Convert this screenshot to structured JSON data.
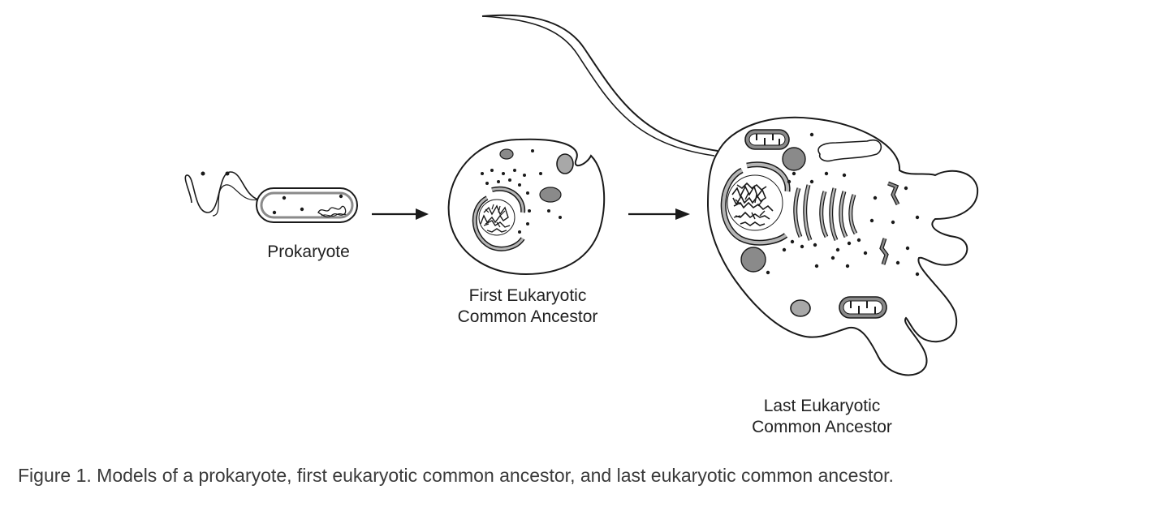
{
  "labels": {
    "prokaryote": "Prokaryote",
    "first_line1": "First Eukaryotic",
    "first_line2": "Common Ancestor",
    "last_line1": "Last Eukaryotic",
    "last_line2": "Common Ancestor"
  },
  "caption": "Figure 1. Models of a prokaryote, first eukaryotic common ancestor, and last eukaryotic common ancestor.",
  "colors": {
    "outline": "#1a1a1a",
    "organelle_fill": "#8a8a8a",
    "membrane_fill": "#b5b5b5",
    "text": "#222222"
  }
}
